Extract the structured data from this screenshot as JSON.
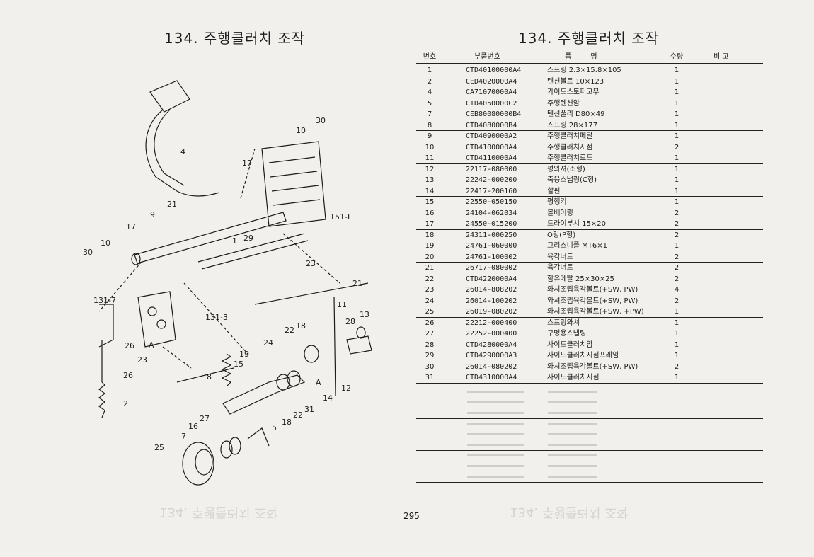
{
  "title_left": "134. 주행클러치 조작",
  "title_right": "134. 주행클러치 조작",
  "page_number": "295",
  "table": {
    "headers": {
      "no": "번호",
      "part": "부품번호",
      "name": "품 명",
      "qty": "수량",
      "note": "비 고"
    },
    "rows": [
      {
        "no": "1",
        "part": "CTD40100000A4",
        "name": "스프링 2.3×15.8×105",
        "qty": "1"
      },
      {
        "no": "2",
        "part": "CED4020000A4",
        "name": "텐션볼트 10×123",
        "qty": "1"
      },
      {
        "no": "4",
        "part": "CA71070000A4",
        "name": "가이드스토퍼고무",
        "qty": "1"
      },
      {
        "no": "5",
        "part": "CTD4050000C2",
        "name": "주행텐션암",
        "qty": "1"
      },
      {
        "no": "7",
        "part": "CEB80080000B4",
        "name": "텐션풀리 D80×49",
        "qty": "1"
      },
      {
        "no": "8",
        "part": "CTD4080000B4",
        "name": "스프링 28×177",
        "qty": "1"
      },
      {
        "no": "9",
        "part": "CTD4090000A2",
        "name": "주행클러치페달",
        "qty": "1"
      },
      {
        "no": "10",
        "part": "CTD4100000A4",
        "name": "주행클러치지점",
        "qty": "2"
      },
      {
        "no": "11",
        "part": "CTD4110000A4",
        "name": "주행클러치로드",
        "qty": "1"
      },
      {
        "no": "12",
        "part": "22117-080000",
        "name": "평와셔(소형)",
        "qty": "1"
      },
      {
        "no": "13",
        "part": "22242-000200",
        "name": "축용스냅링(C형)",
        "qty": "1"
      },
      {
        "no": "14",
        "part": "22417-200160",
        "name": "할핀",
        "qty": "1"
      },
      {
        "no": "15",
        "part": "22550-050150",
        "name": "평행키",
        "qty": "1"
      },
      {
        "no": "16",
        "part": "24104-062034",
        "name": "볼베어링",
        "qty": "2"
      },
      {
        "no": "17",
        "part": "24550-015200",
        "name": "드라이부시 15×20",
        "qty": "2"
      },
      {
        "no": "18",
        "part": "24311-000250",
        "name": "O링(P형)",
        "qty": "2"
      },
      {
        "no": "19",
        "part": "24761-060000",
        "name": "그리스니플 MT6×1",
        "qty": "1"
      },
      {
        "no": "20",
        "part": "24761-100002",
        "name": "육각너트",
        "qty": "2"
      },
      {
        "no": "21",
        "part": "26717-080002",
        "name": "육각너트",
        "qty": "2"
      },
      {
        "no": "22",
        "part": "CTD4220000A4",
        "name": "함유메탈 25×30×25",
        "qty": "2"
      },
      {
        "no": "23",
        "part": "26014-808202",
        "name": "와셔조립육각볼트(+SW, PW)",
        "qty": "4"
      },
      {
        "no": "24",
        "part": "26014-100202",
        "name": "와셔조립육각볼트(+SW, PW)",
        "qty": "2"
      },
      {
        "no": "25",
        "part": "26019-080202",
        "name": "와셔조립육각볼트(+SW, +PW)",
        "qty": "1"
      },
      {
        "no": "26",
        "part": "22212-000400",
        "name": "스프링와셔",
        "qty": "1"
      },
      {
        "no": "27",
        "part": "22252-000400",
        "name": "구멍용스냅링",
        "qty": "1"
      },
      {
        "no": "28",
        "part": "CTD4280000A4",
        "name": "사이드클러치암",
        "qty": "1"
      },
      {
        "no": "29",
        "part": "CTD4290000A3",
        "name": "사이드클러치지점프레임",
        "qty": "1"
      },
      {
        "no": "30",
        "part": "26014-080202",
        "name": "와셔조립육각볼트(+SW, PW)",
        "qty": "2"
      },
      {
        "no": "31",
        "part": "CTD4310000A4",
        "name": "사이드클러치지점",
        "qty": "1"
      }
    ]
  },
  "diagram": {
    "labels": [
      "4",
      "10",
      "30",
      "17",
      "21",
      "9",
      "151-I",
      "17",
      "10",
      "30",
      "1",
      "29",
      "23",
      "21",
      "131-7",
      "131-3",
      "11",
      "13",
      "28",
      "26",
      "23",
      "A",
      "22",
      "18",
      "24",
      "19",
      "15",
      "8",
      "26",
      "A",
      "12",
      "14",
      "2",
      "5",
      "18",
      "22",
      "31",
      "27",
      "16",
      "7",
      "25"
    ]
  },
  "colors": {
    "paper": "#f1f0ec",
    "ink": "#1c1c1c",
    "ghost": "#d6d4cf"
  }
}
